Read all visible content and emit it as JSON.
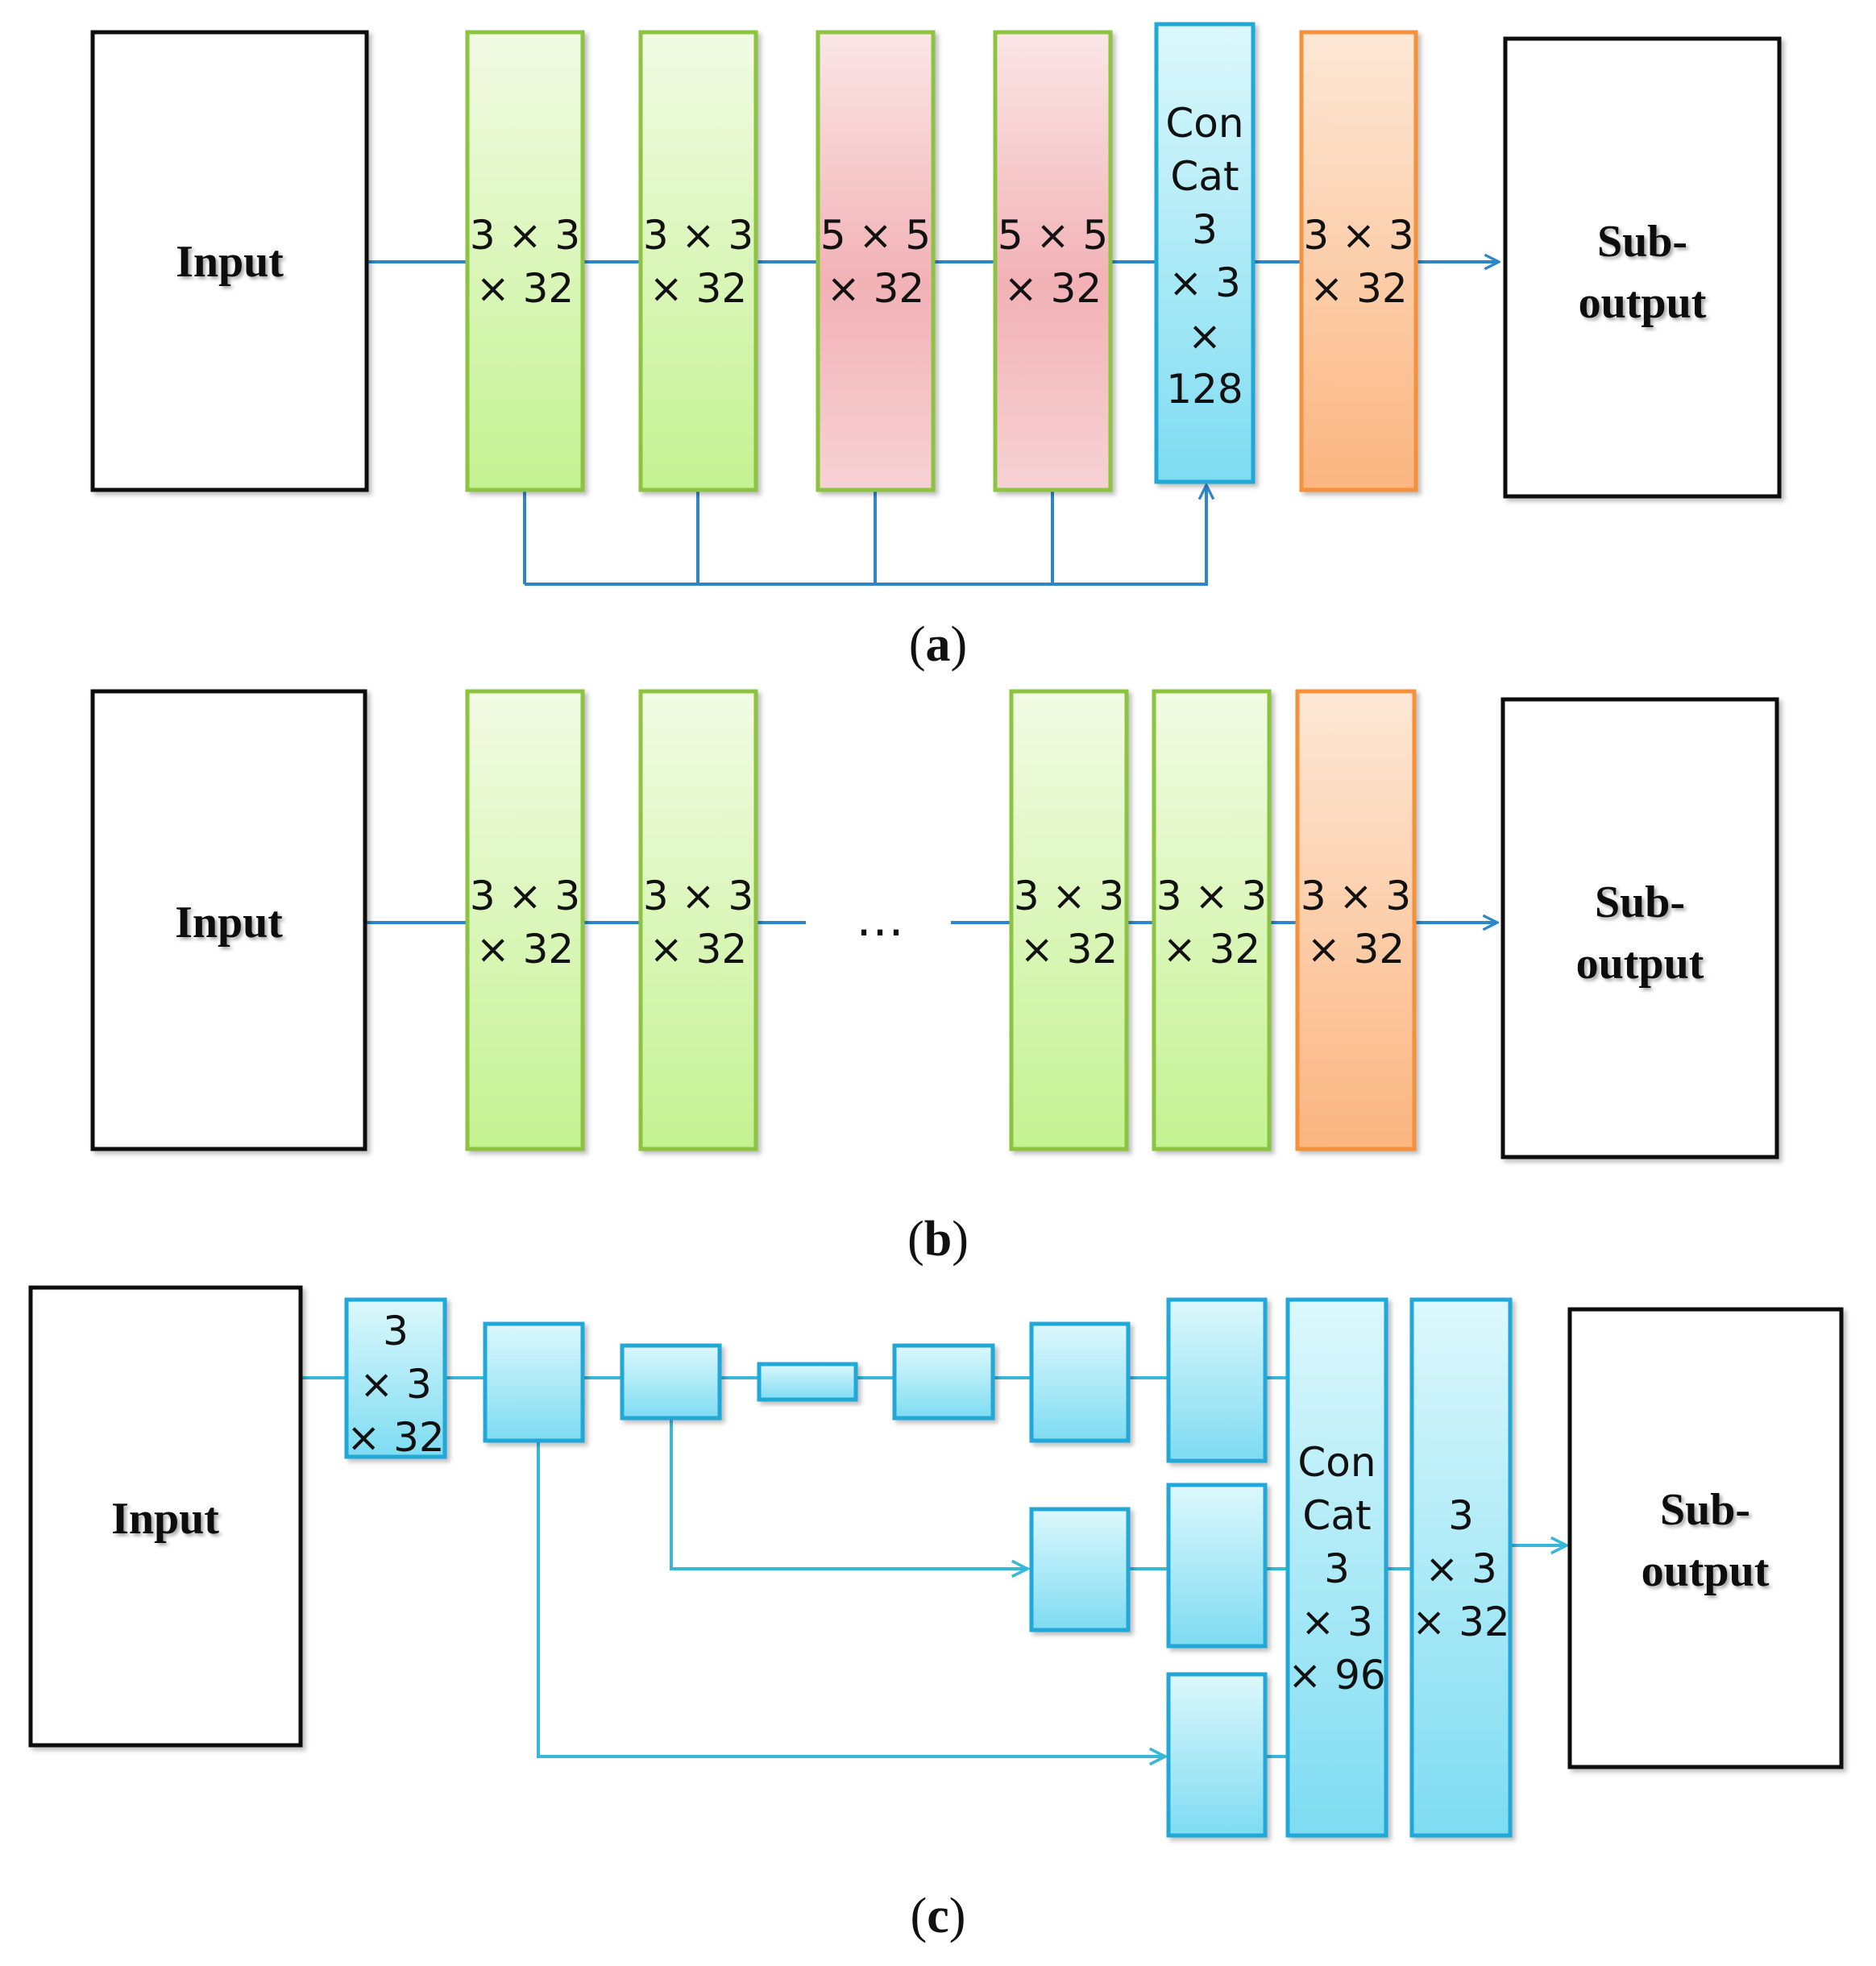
{
  "diagram_a": {
    "caption": "a",
    "input_label": "Input",
    "output_label": "Sub-\noutput",
    "blocks": [
      {
        "label": "3 × 3\n× 32",
        "color": "green"
      },
      {
        "label": "3 × 3\n× 32",
        "color": "green"
      },
      {
        "label": "5 × 5\n× 32",
        "color": "pink"
      },
      {
        "label": "5 × 5\n× 32",
        "color": "pink"
      },
      {
        "label": "Con\nCat\n3\n× 3\n×\n128",
        "color": "cyan"
      },
      {
        "label": "3 × 3\n× 32",
        "color": "orange"
      }
    ]
  },
  "diagram_b": {
    "caption": "b",
    "input_label": "Input",
    "output_label": "Sub-\noutput",
    "ellipsis": "…",
    "blocks": [
      {
        "label": "3 × 3\n× 32",
        "color": "green"
      },
      {
        "label": "3 × 3\n× 32",
        "color": "green"
      },
      {
        "label": "3 × 3\n× 32",
        "color": "green"
      },
      {
        "label": "3 × 3\n× 32",
        "color": "green"
      },
      {
        "label": "3 × 3\n× 32",
        "color": "orange"
      }
    ]
  },
  "diagram_c": {
    "caption": "c",
    "input_label": "Input",
    "output_label": "Sub-\noutput",
    "first_block_label": "3\n× 3\n× 32",
    "concat_label": "Con\nCat\n3\n× 3\n× 96",
    "last_block_label": "3\n× 3\n× 32"
  },
  "colors": {
    "line": "#2e86c8",
    "line_c": "#38b8d8",
    "green_top": "#f2fbe4",
    "green_bottom": "#c4f291",
    "green_border": "#8cc443",
    "pink_top": "#fbe4e4",
    "pink_mid": "#f2b2b6",
    "pink_border": "#8cc443",
    "cyan_top": "#dcf8fc",
    "cyan_bottom": "#7edcf2",
    "cyan_border": "#21a8d8",
    "orange_top": "#fde8d6",
    "orange_bottom": "#fbb580",
    "orange_border": "#f5913a"
  }
}
